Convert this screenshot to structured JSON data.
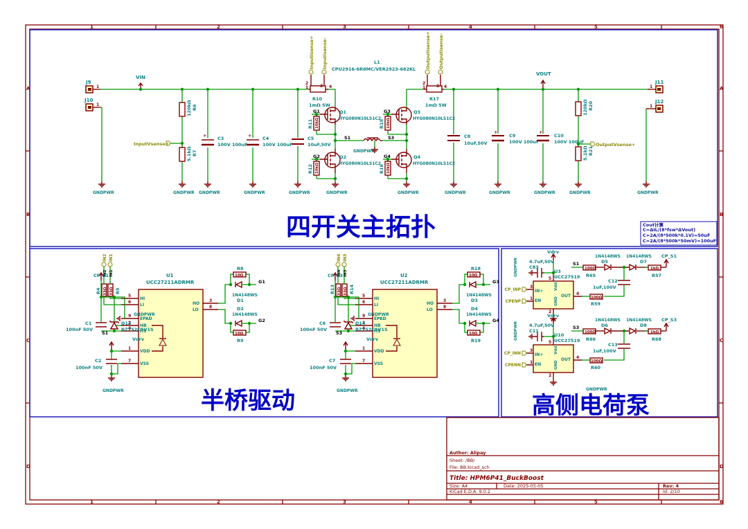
{
  "frame": {
    "columns": [
      "1",
      "2",
      "3",
      "4",
      "5",
      "6"
    ],
    "rows": [
      "A",
      "B",
      "C",
      "D"
    ]
  },
  "sections": {
    "power_stage": "四开关主拓扑",
    "half_bridge": "半桥驱动",
    "charge_pump": "高侧电荷泵"
  },
  "note": {
    "lines": [
      "Cout计算",
      "C=ΔIL/(8*fsw*ΔVout)",
      "C=2A/(8*500k*0.1V)=50uF",
      "C=2A/(8*500k*50mV)=100uF"
    ]
  },
  "title_block": {
    "author": "Author: Alipay",
    "sheet": "Sheet: /BB/",
    "file": "File: BB.kicad_sch",
    "title": "Title: HPM6P41_BuckBoost",
    "size": "Size: A4",
    "date": "Date: 2025-05-05",
    "rev": "Rev: 4",
    "tool": "KiCad E.D.A. 9.0.2",
    "id": "Id: 2/10"
  },
  "power": {
    "vin": "VIN",
    "vout": "VOUT",
    "gnd": "GNDPWR",
    "vdrv": "Vdrv",
    "cp_s1": "CP_S1",
    "cp_s3": "CP_S3"
  },
  "connectors": {
    "j9": "J9",
    "j10": "J10",
    "j11": "J11",
    "j12": "J12",
    "pin1": "1"
  },
  "labels": {
    "input_vsense": "InputVsense+",
    "output_vsense": "OutputVsense+",
    "input_isense_p": "InputIsense+",
    "input_isense_n": "InputIsense-",
    "output_isense_p": "OutputIsense+",
    "output_isense_n": "OutputIsense-",
    "in1": "IN1",
    "in2": "IN2",
    "in3": "IN3",
    "in4": "IN4",
    "cp_inp": "CP_INP",
    "cpenp": "CPENP",
    "cp_inn": "CP_INN",
    "cpenn": "CPENN",
    "s1": "S1",
    "s3": "S3",
    "g1": "G1",
    "g2": "G2",
    "g3": "G3",
    "g4": "G4"
  },
  "parts": {
    "l1_ref": "L1",
    "l1_val": "CPU2916-6R8MC/VER2923-682KL",
    "r10": "R10",
    "r10_val": "1mΩ 5W",
    "r17": "R17",
    "r17_val": "1mΩ 5W",
    "r6": "R6",
    "r6_val": "120kΩ",
    "r7": "R7",
    "r7_val": "5.1kΩ",
    "r20": "R20",
    "r20_val": "120kΩ",
    "r21": "R21",
    "r21_val": "5.1kΩ",
    "c3": "C3",
    "c3_val": "100V 100uF",
    "c4": "C4",
    "c4_val": "100V 100uF",
    "c5": "C5",
    "c5_val": "10uF,50V",
    "c8": "C8",
    "c8_val": "10uF,50V",
    "c9": "C9",
    "c9_val": "100V 100uF",
    "c10": "C10",
    "c10_val": "100V 100uF",
    "q1": "Q1",
    "q2": "Q2",
    "q3": "Q3",
    "q4": "Q4",
    "q_val": "HYG080N10LS1C2",
    "r11": "R11",
    "r12": "R12",
    "r15": "R15",
    "r16": "R16",
    "r_10k": "10kΩ",
    "u1": "U1",
    "u2": "U2",
    "u_val": "UCC27211ADRMR",
    "r4": "R4",
    "r5": "R5",
    "r13": "R13",
    "r14": "R14",
    "r_33": "33Ω",
    "r8": "R8",
    "r9": "R9",
    "r18": "R18",
    "r19": "R19",
    "r_10": "10Ω",
    "d1": "D1",
    "d2": "D2",
    "d3": "D3",
    "d4": "D4",
    "d_val": "1N4148WS",
    "d13": "D13",
    "d14": "D14",
    "zener_val": "BZT52C9V1S",
    "c1": "C1",
    "c2": "C2",
    "c6": "C6",
    "c7": "C7",
    "c_100n": "100nF 50V",
    "u3": "U3",
    "u10": "U10",
    "cp_val": "UCC27519",
    "c83": "C83",
    "c11": "C11",
    "c_4u7": "4.7uF,50V",
    "c12": "C12",
    "c13": "C13",
    "c_1u": "1uF,100V",
    "r65": "R65",
    "r59": "R59",
    "r66": "R66",
    "r60": "R60",
    "r_100": "100Ω",
    "r57": "R57",
    "r68": "R68",
    "r_1k": "1kΩ",
    "d5": "D5",
    "d6": "D6",
    "d7": "D7",
    "d8": "D8"
  },
  "pins": {
    "hi": "HI",
    "li": "LI",
    "epad": "EPAD",
    "hb": "HB",
    "hs": "HS",
    "vdd": "VDD",
    "vss": "VSS",
    "ho": "HO",
    "lo": "LO",
    "inp": "IN+",
    "en": "EN",
    "out": "OUT",
    "gnd": "GND",
    "vdd2": "Vdd"
  }
}
